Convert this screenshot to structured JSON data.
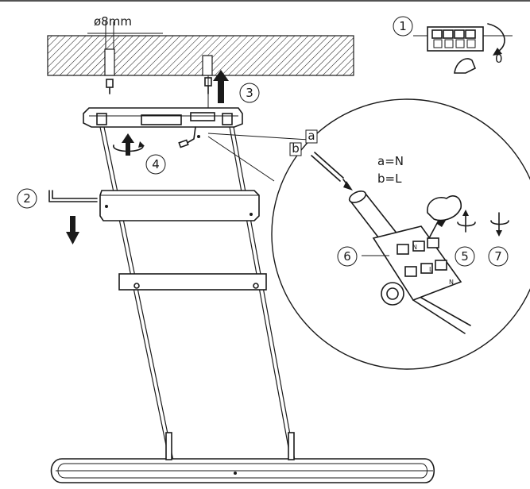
{
  "drill_spec": "ø8mm",
  "steps": [
    "1",
    "2",
    "3",
    "4",
    "5",
    "6",
    "7"
  ],
  "wire_labels": {
    "a": "a",
    "b": "b"
  },
  "legend": {
    "line1": "a=N",
    "line2": "b=L"
  },
  "switch_position": "0",
  "terminal_marks": [
    "N",
    "L",
    "N"
  ],
  "colors": {
    "ink": "#1a1a1a",
    "background": "#ffffff"
  }
}
